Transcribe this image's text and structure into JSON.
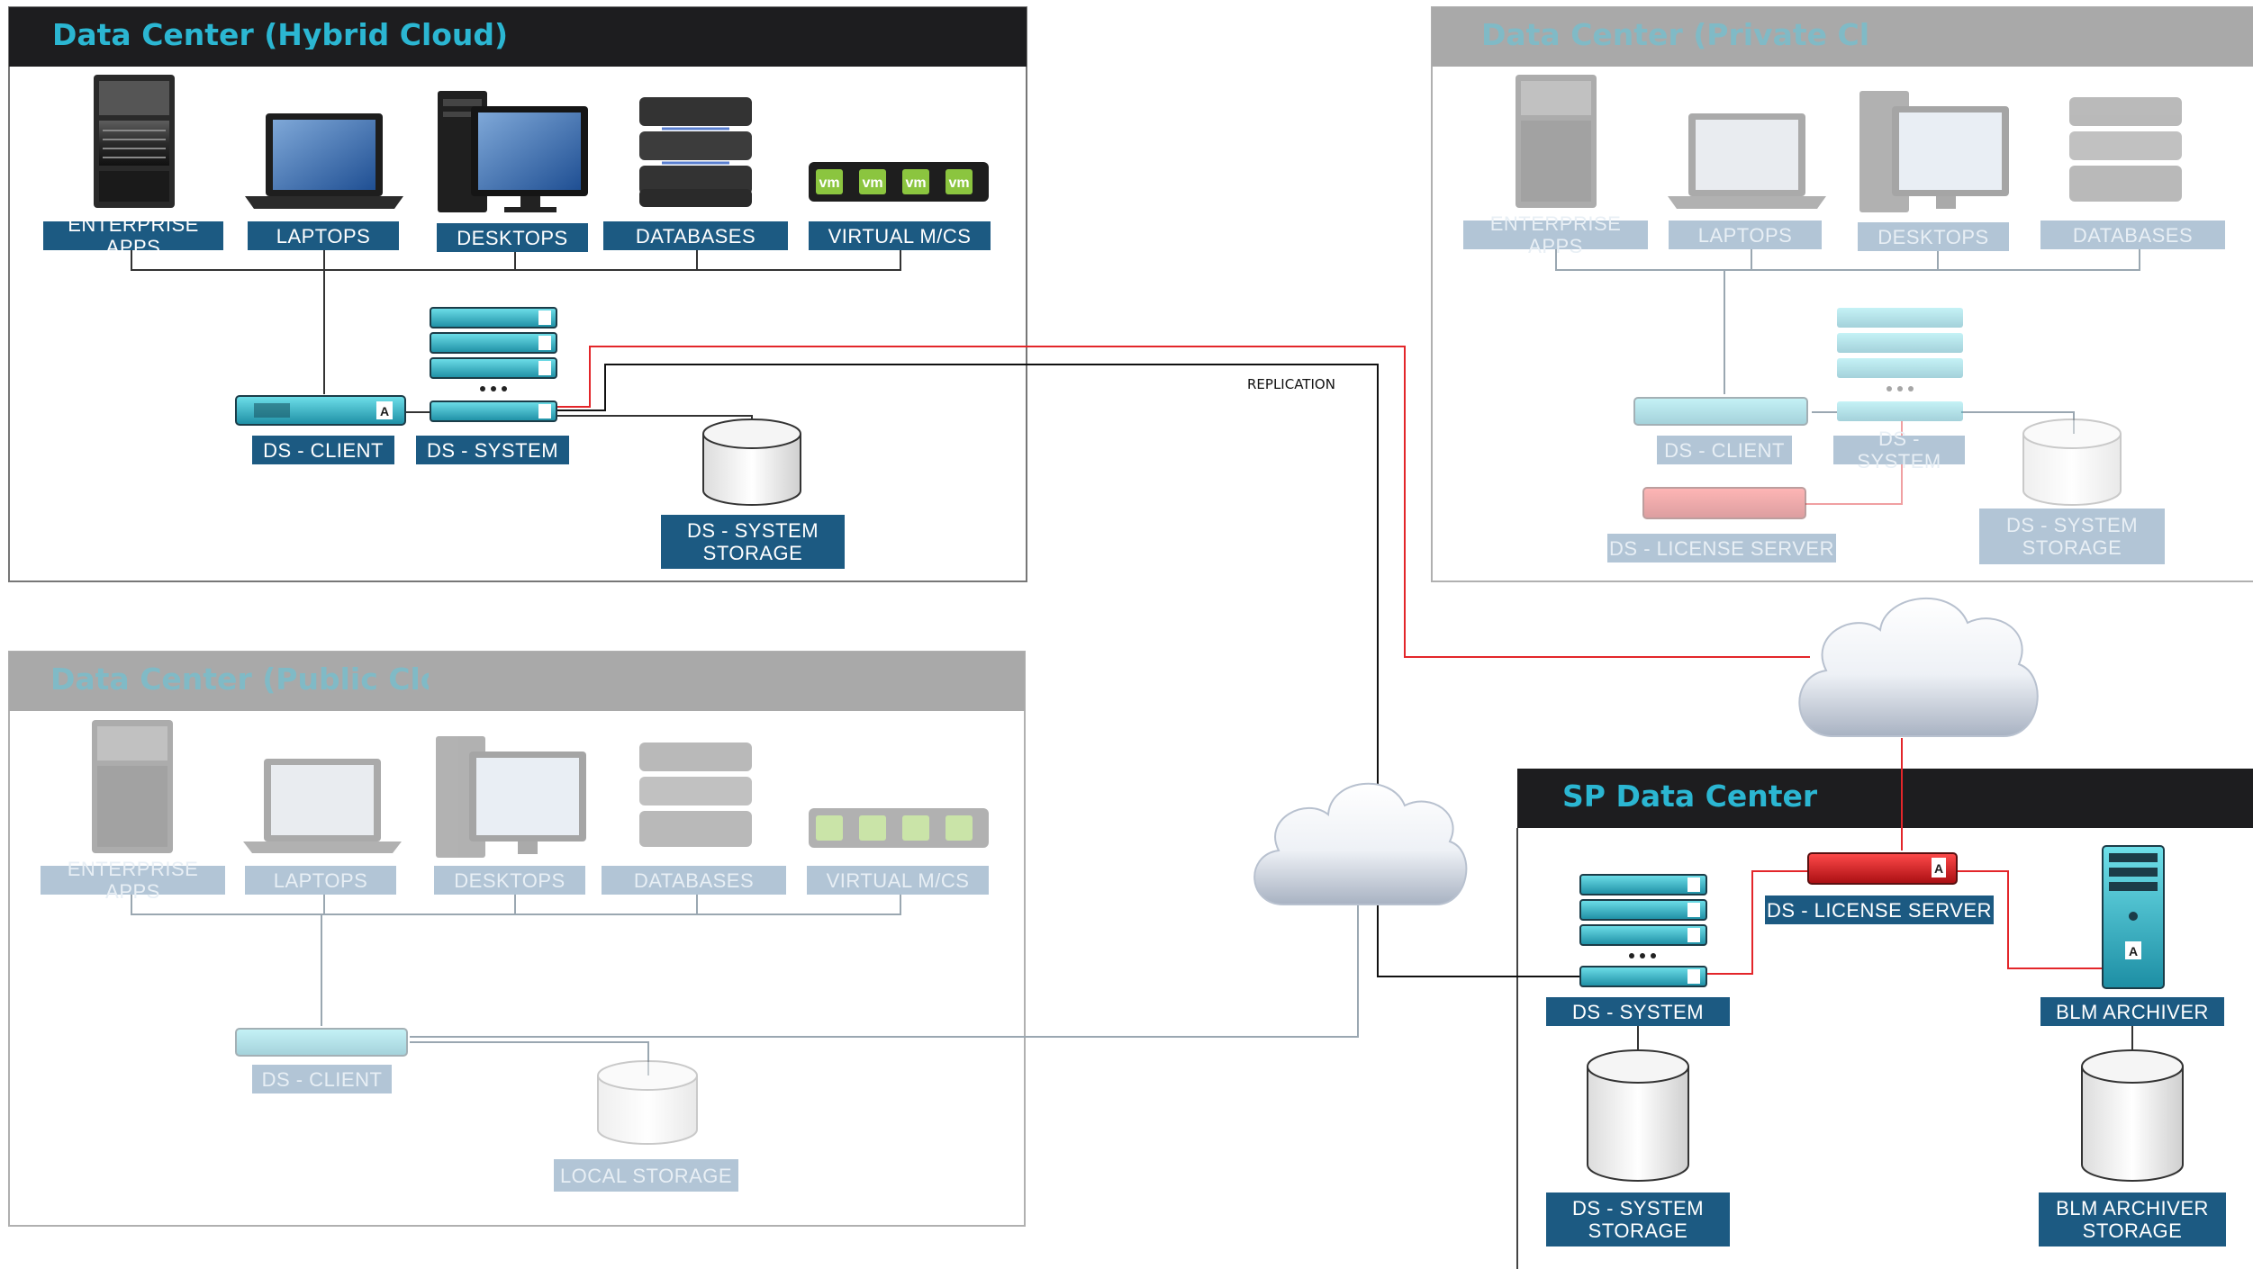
{
  "colors": {
    "label_bg": "#1c5a82",
    "label_faded_bg": "#b2c5d6",
    "title_text": "#2bb6d2",
    "header_dark": "#1d1d1f",
    "header_faded": "#a9a9a9",
    "red_link": "#e3262a",
    "black_link": "#111111",
    "faded_link": "#9aa7b1"
  },
  "panels": {
    "hybrid": {
      "title": "Data Center (Hybrid Cloud)",
      "labels": {
        "enterprise_apps": "ENTERPRISE APPS",
        "laptops": "LAPTOPS",
        "desktops": "DESKTOPS",
        "databases": "DATABASES",
        "virtual": "VIRTUAL M/CS",
        "ds_client": "DS - CLIENT",
        "ds_system": "DS - SYSTEM",
        "storage": "DS - SYSTEM\nSTORAGE"
      }
    },
    "private": {
      "title": "Data Center (Private Clou",
      "labels": {
        "enterprise_apps": "ENTERPRISE APPS",
        "laptops": "LAPTOPS",
        "desktops": "DESKTOPS",
        "databases": "DATABASES",
        "ds_client": "DS - CLIENT",
        "ds_system": "DS - SYSTEM",
        "license": "DS - LICENSE SERVER",
        "storage": "DS - SYSTEM\nSTORAGE"
      }
    },
    "public": {
      "title": "Data Center (Public Clou",
      "labels": {
        "enterprise_apps": "ENTERPRISE APPS",
        "laptops": "LAPTOPS",
        "desktops": "DESKTOPS",
        "databases": "DATABASES",
        "virtual": "VIRTUAL M/CS",
        "ds_client": "DS - CLIENT",
        "local_storage": "LOCAL STORAGE"
      }
    },
    "sp": {
      "title": "SP Data Center",
      "labels": {
        "ds_system": "DS - SYSTEM",
        "license": "DS - LICENSE SERVER",
        "blm": "BLM ARCHIVER",
        "ds_storage": "DS - SYSTEM\nSTORAGE",
        "blm_storage": "BLM ARCHIVER\nSTORAGE"
      }
    }
  },
  "annotations": {
    "replication": "REPLICATION"
  },
  "icons": {
    "vm_badge": "vm",
    "appliance_badge": "A"
  }
}
